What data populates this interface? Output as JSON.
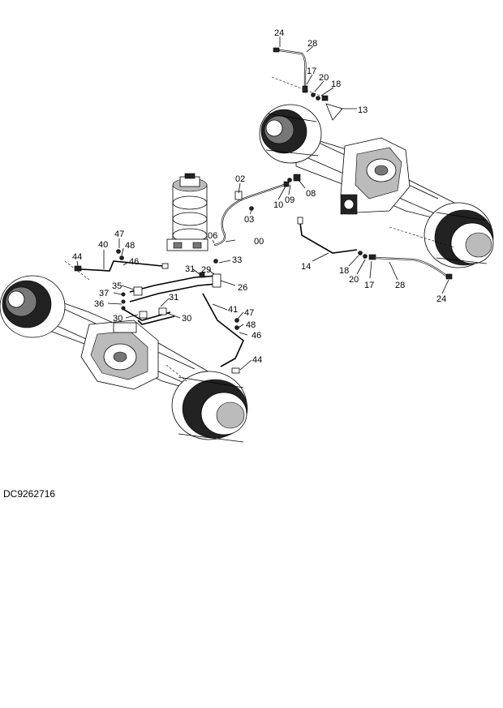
{
  "drawing": {
    "code": "DC9262716",
    "labels": [
      "24",
      "28",
      "17",
      "20",
      "18",
      "13",
      "02",
      "10",
      "09",
      "08",
      "03",
      "06",
      "00",
      "14",
      "18",
      "20",
      "17",
      "28",
      "24",
      "47",
      "40",
      "48",
      "44",
      "46",
      "31",
      "29",
      "33",
      "35",
      "26",
      "37",
      "36",
      "31",
      "41",
      "47",
      "30",
      "30",
      "48",
      "46",
      "44"
    ]
  }
}
